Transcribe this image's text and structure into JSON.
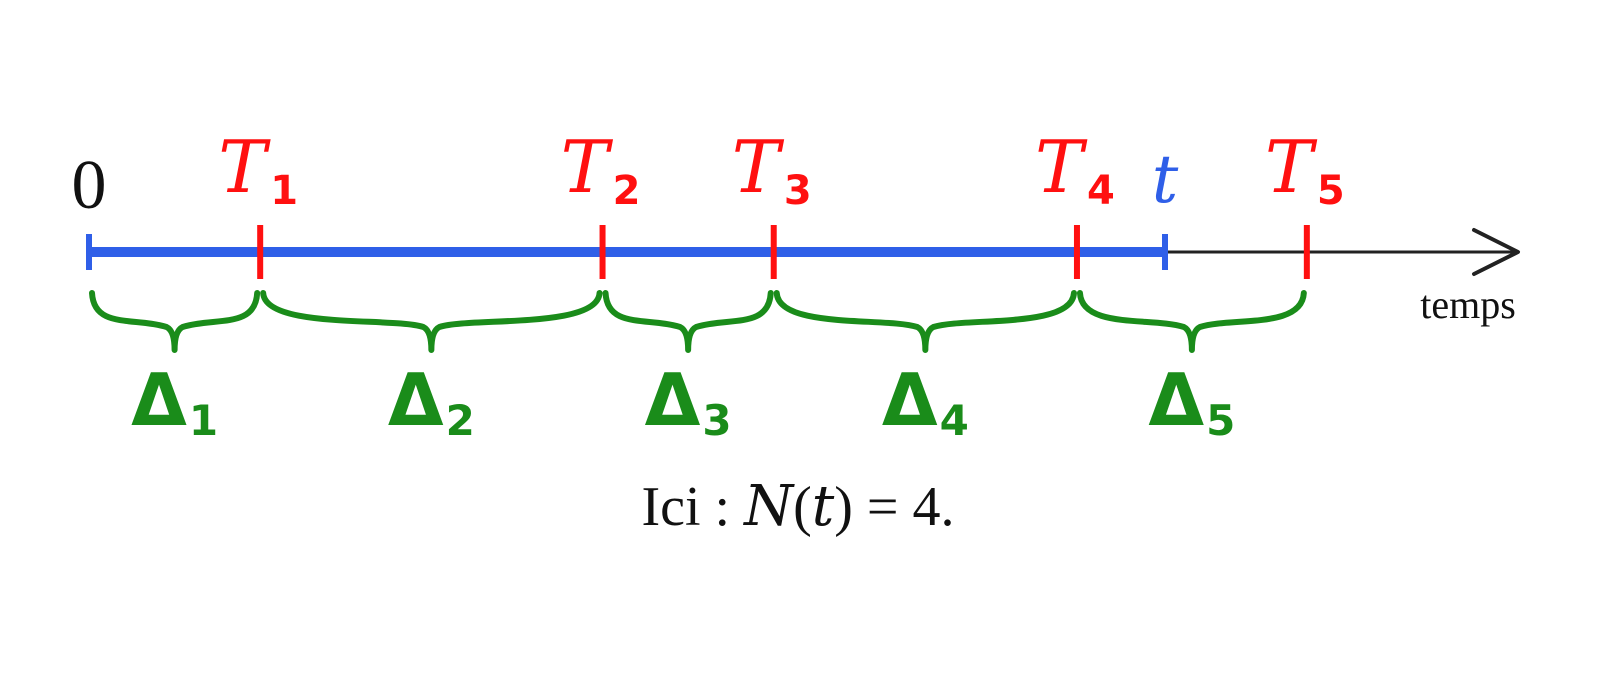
{
  "axis": {
    "origin_label": "0",
    "time_label": "temps",
    "current_time": {
      "symbol": "t",
      "value": 11
    },
    "t_max": 14,
    "x_min": 0
  },
  "events": [
    {
      "symbol": "T",
      "sub": "1",
      "value": 1.75
    },
    {
      "symbol": "T",
      "sub": "2",
      "value": 5.25
    },
    {
      "symbol": "T",
      "sub": "3",
      "value": 7.0
    },
    {
      "symbol": "T",
      "sub": "4",
      "value": 10.1
    },
    {
      "symbol": "T",
      "sub": "5",
      "value": 12.45
    }
  ],
  "intervals": [
    {
      "symbol": "Δ",
      "sub": "1",
      "from": 0,
      "to": 1.75
    },
    {
      "symbol": "Δ",
      "sub": "2",
      "from": 1.75,
      "to": 5.25
    },
    {
      "symbol": "Δ",
      "sub": "3",
      "from": 5.25,
      "to": 7.0
    },
    {
      "symbol": "Δ",
      "sub": "4",
      "from": 7.0,
      "to": 10.1
    },
    {
      "symbol": "Δ",
      "sub": "5",
      "from": 10.1,
      "to": 12.45
    }
  ],
  "caption": {
    "prefix": "Ici : ",
    "func": "N",
    "arg": "t",
    "equals": " = ",
    "value": "4."
  },
  "colors": {
    "event": "#ff1010",
    "interval": "#1a8c1a",
    "elapsed_line": "#2f5fe8",
    "time_marker": "#2f5fe8",
    "axis": "#222222",
    "text": "#111111"
  }
}
